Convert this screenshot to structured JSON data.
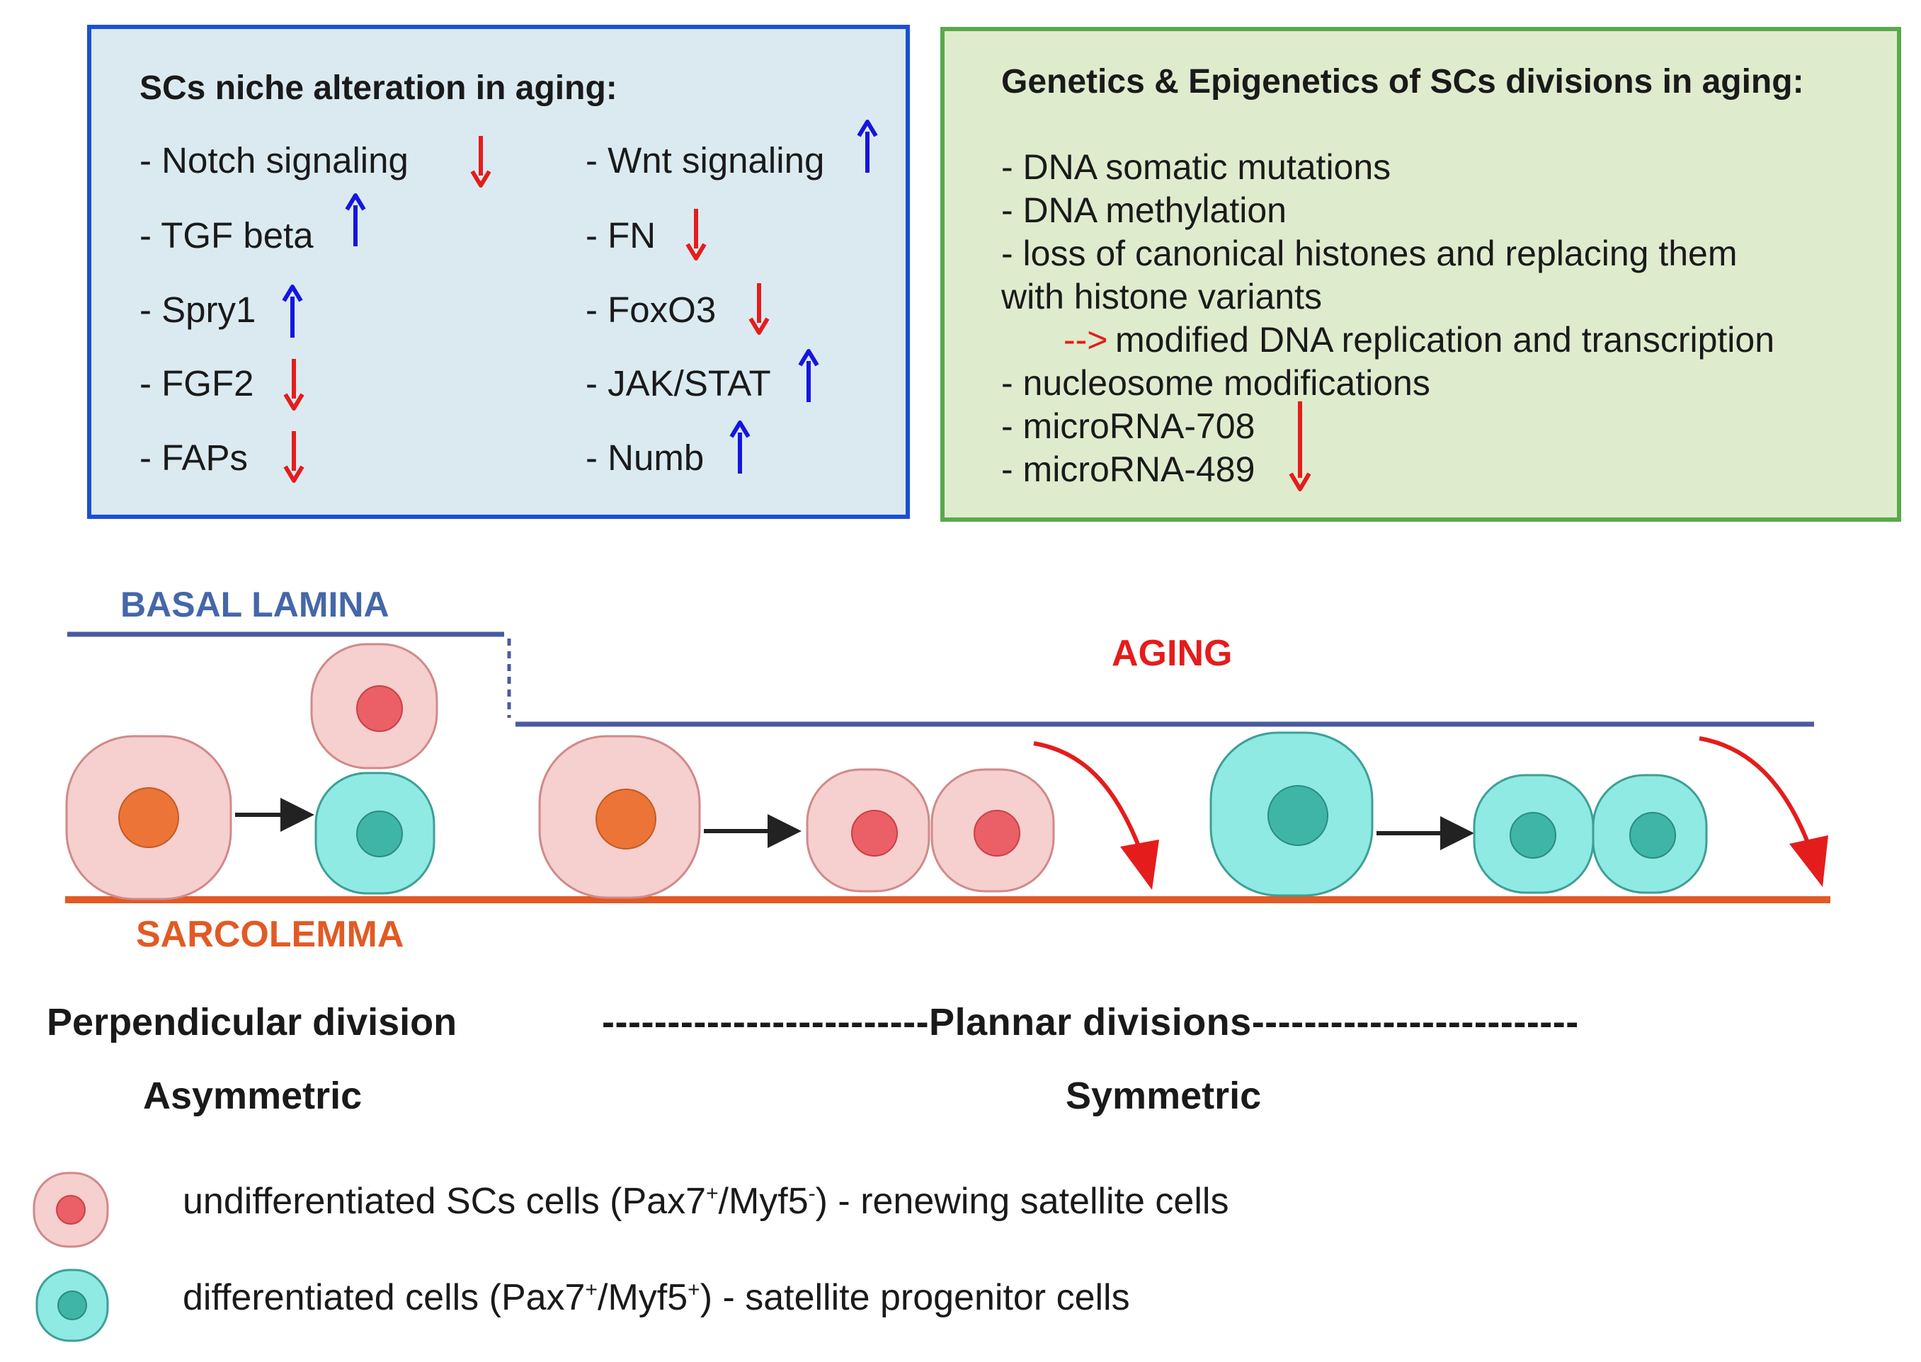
{
  "niche_panel": {
    "title": "SCs niche alteration in aging:",
    "items": [
      {
        "label": "- Notch signaling",
        "direction": "down"
      },
      {
        "label": "- Wnt signaling",
        "direction": "up"
      },
      {
        "label": "- TGF beta",
        "direction": "up"
      },
      {
        "label": "- FN",
        "direction": "down"
      },
      {
        "label": "- Spry1",
        "direction": "up"
      },
      {
        "label": "- FoxO3",
        "direction": "down"
      },
      {
        "label": "- FGF2",
        "direction": "down"
      },
      {
        "label": "- JAK/STAT",
        "direction": "up"
      },
      {
        "label": "- FAPs",
        "direction": "down"
      },
      {
        "label": "- Numb",
        "direction": "up"
      }
    ]
  },
  "genetics_panel": {
    "title": "Genetics & Epigenetics of SCs divisions in aging:",
    "lines": [
      "- DNA somatic mutations",
      "- DNA methylation",
      "- loss of canonical histones and replacing them",
      "with histone variants",
      "modified DNA replication and transcription",
      "- nucleosome modifications",
      "- microRNA-708",
      "- microRNA-489"
    ],
    "implication_arrow": "-->",
    "mirna_direction": "down"
  },
  "diagram": {
    "basal_lamina": "BASAL LAMINA",
    "sarcolemma": "SARCOLEMMA",
    "aging": "AGING",
    "perpendicular": "Perpendicular division",
    "planar": "-------------------------Plannar divisions-------------------------",
    "asymmetric": "Asymmetric",
    "symmetric": "Symmetric"
  },
  "legend": {
    "undiff_main": "undifferentiated SCs cells (Pax7",
    "undiff_sup1": "+",
    "undiff_mid": "/Myf5",
    "undiff_sup2": "-",
    "undiff_end": ") - renewing satellite cells",
    "diff_main": "differentiated cells (Pax7",
    "diff_sup1": "+",
    "diff_mid": "/Myf5",
    "diff_sup2": "+",
    "diff_end": ") - satellite progenitor cells"
  },
  "colors": {
    "up_arrow": "#1515e0",
    "down_arrow": "#e51c1c",
    "undiff_cell": "#f6cfcf",
    "undiff_nucleus": "#eb5f66",
    "stem_nucleus": "#ec7436",
    "diff_cell": "#8eeae2",
    "diff_nucleus": "#3fb5a8",
    "basal_lamina": "#4a5aa0",
    "sarcolemma": "#e15a24"
  }
}
